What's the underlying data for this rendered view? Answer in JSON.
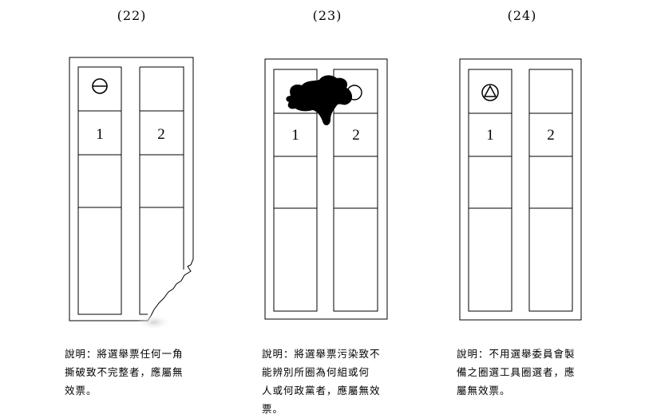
{
  "figures": [
    {
      "number": "(22)",
      "candidates": [
        "1",
        "2"
      ],
      "mark_icon": "circle-minus-icon",
      "damage": "torn-corner",
      "caption_lines": [
        "說明：將選舉票任何一角",
        "撕破致不完整者，應屬無",
        "效票。"
      ]
    },
    {
      "number": "(23)",
      "candidates": [
        "1",
        "2"
      ],
      "mark_icon": "circle-mark-icon",
      "damage": "ink-stain",
      "caption_lines": [
        "說明：將選舉票污染致不",
        "能辨別所圈為何組或何",
        "人或何政黨者，應屬無效",
        "票。"
      ]
    },
    {
      "number": "(24)",
      "candidates": [
        "1",
        "2"
      ],
      "mark_icon": "circle-triangle-icon",
      "damage": "none",
      "caption_lines": [
        "說明：不用選舉委員會製",
        "備之圈選工具圈選者，應",
        "屬無效票。"
      ]
    }
  ]
}
